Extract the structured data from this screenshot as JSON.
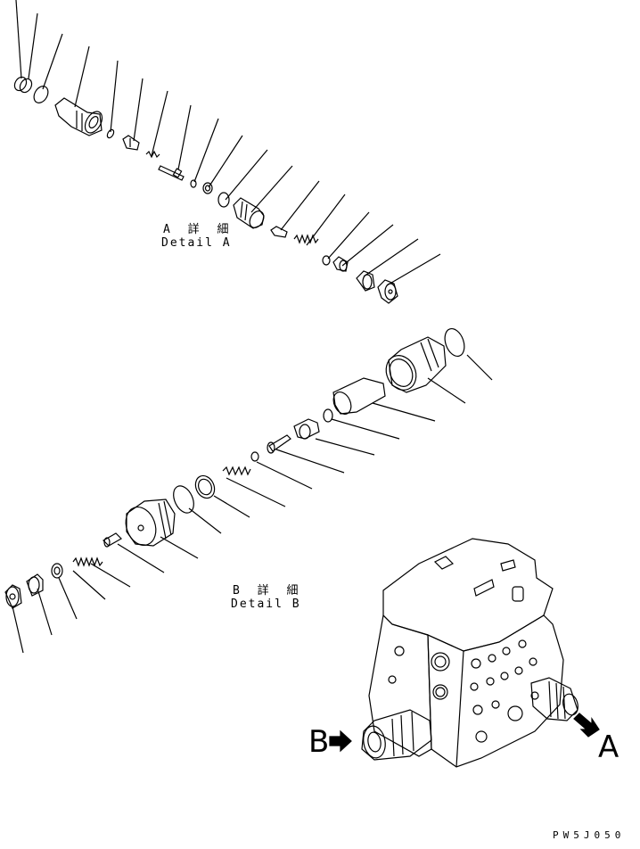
{
  "detail_a": {
    "title": "A 詳 細",
    "subtitle": "Detail A",
    "view_letter": "A"
  },
  "detail_b": {
    "title": "B 詳 細",
    "subtitle": "Detail B",
    "view_letter": "B"
  },
  "drawing_code": "PW5J050"
}
